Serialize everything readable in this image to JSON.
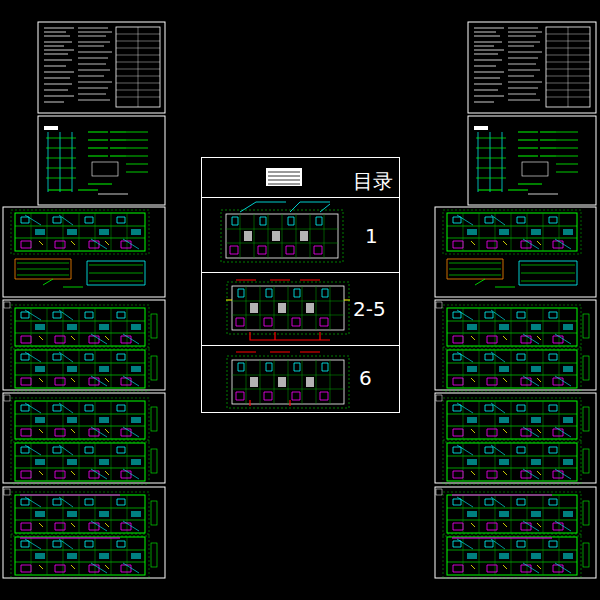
{
  "diagram": {
    "nodes": [
      {
        "text": [
          "目录"
        ]
      },
      {
        "text": [
          "1"
        ]
      },
      {
        "text": [
          "2-5"
        ]
      },
      {
        "text": [
          "6"
        ]
      }
    ]
  }
}
